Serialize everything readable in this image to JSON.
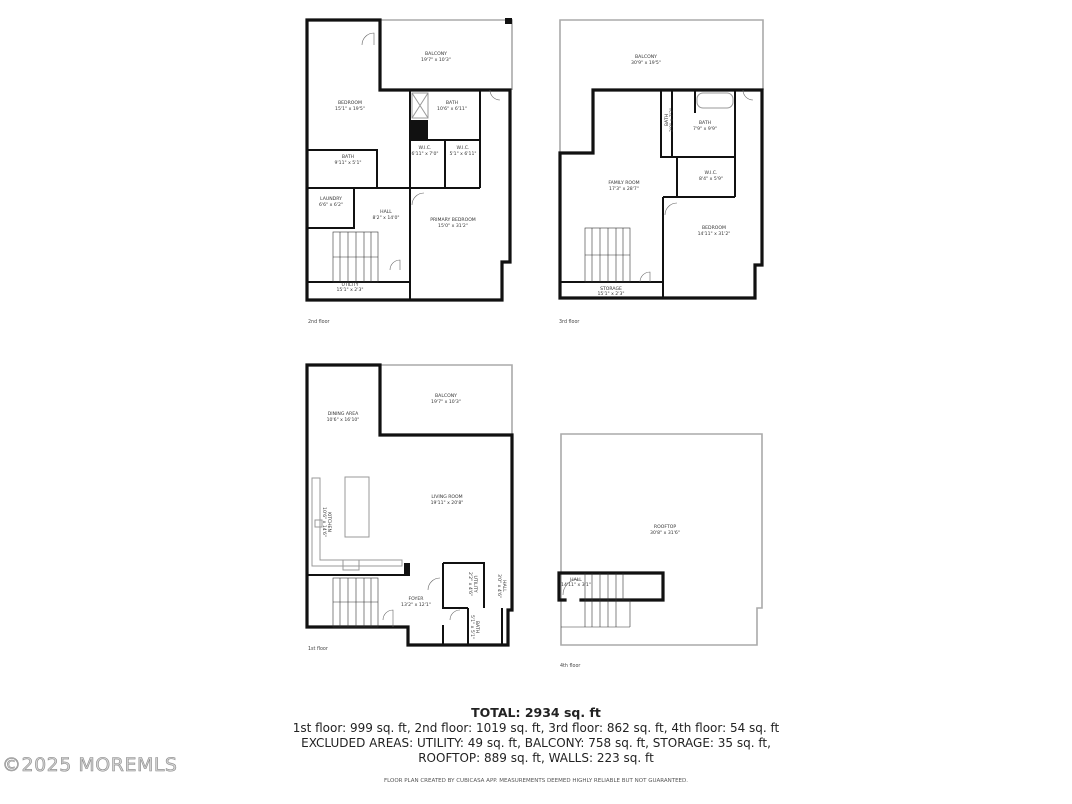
{
  "floors": {
    "second": {
      "label": "2nd floor",
      "rooms": [
        {
          "name": "BALCONY",
          "dims": "19'7\" x 10'3\""
        },
        {
          "name": "BEDROOM",
          "dims": "15'1\" x 19'5\""
        },
        {
          "name": "BATH",
          "dims": "10'6\" x 6'11\""
        },
        {
          "name": "BATH",
          "dims": "9'11\" x 5'1\""
        },
        {
          "name": "W.I.C.",
          "dims": "6'11\" x 7'0\""
        },
        {
          "name": "W.I.C.",
          "dims": "5'1\" x 6'11\""
        },
        {
          "name": "LAUNDRY",
          "dims": "6'6\" x 6'2\""
        },
        {
          "name": "HALL",
          "dims": "8'2\" x 14'0\""
        },
        {
          "name": "PRIMARY BEDROOM",
          "dims": "15'0\" x 31'2\""
        },
        {
          "name": "UTILITY",
          "dims": "15'1\" x 2'3\""
        }
      ]
    },
    "third": {
      "label": "3rd floor",
      "rooms": [
        {
          "name": "BALCONY",
          "dims": "30'9\" x 19'5\""
        },
        {
          "name": "BATH",
          "dims": "2'9\" x 7'3\""
        },
        {
          "name": "BATH",
          "dims": "7'9\" x 9'9\""
        },
        {
          "name": "FAMILY ROOM",
          "dims": "17'3\" x 28'7\""
        },
        {
          "name": "W.I.C.",
          "dims": "8'4\" x 5'9\""
        },
        {
          "name": "BEDROOM",
          "dims": "14'11\" x 31'2\""
        },
        {
          "name": "STORAGE",
          "dims": "15'1\" x 2'3\""
        }
      ]
    },
    "first": {
      "label": "1st floor",
      "rooms": [
        {
          "name": "BALCONY",
          "dims": "19'7\" x 10'3\""
        },
        {
          "name": "DINING AREA",
          "dims": "10'6\" x 16'10\""
        },
        {
          "name": "LIVING ROOM",
          "dims": "19'11\" x 20'8\""
        },
        {
          "name": "KITCHEN",
          "dims": "10'6\" x 14'6\""
        },
        {
          "name": "FOYER",
          "dims": "13'2\" x 12'1\""
        },
        {
          "name": "UTILITY",
          "dims": "2'2\" x 4'6\""
        },
        {
          "name": "HALL",
          "dims": "3'0\" x 4'6\""
        },
        {
          "name": "BATH",
          "dims": "5'1\" x 5'1\""
        }
      ]
    },
    "fourth": {
      "label": "4th floor",
      "rooms": [
        {
          "name": "ROOFTOP",
          "dims": "30'8\" x 31'6\""
        },
        {
          "name": "HALL",
          "dims": "14'11\" x 3'1\""
        }
      ]
    }
  },
  "summary": {
    "total": "TOTAL: 2934 sq. ft",
    "floors_line": "1st floor: 999 sq. ft, 2nd floor: 1019 sq. ft, 3rd floor: 862 sq. ft, 4th floor: 54 sq. ft",
    "excluded_line1": "EXCLUDED AREAS: UTILITY: 49 sq. ft, BALCONY: 758 sq. ft, STORAGE: 35 sq. ft,",
    "excluded_line2": "ROOFTOP: 889 sq. ft, WALLS: 223 sq. ft",
    "disclaimer": "FLOOR PLAN CREATED BY CUBICASA APP. MEASUREMENTS DEEMED HIGHLY RELIABLE BUT NOT GUARANTEED."
  },
  "watermark": "©2025 MOREMLS"
}
